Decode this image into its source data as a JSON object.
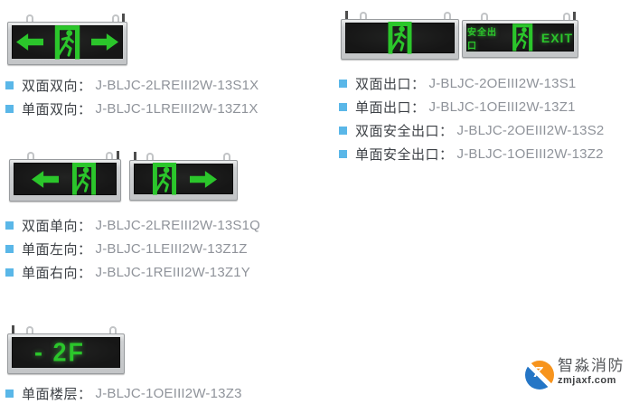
{
  "icons": {
    "arrow_left": "block-arrow-left",
    "arrow_right": "block-arrow-right",
    "running_man": "running-man-through-door",
    "bullet": "square-bullet"
  },
  "sign_texts": {
    "safe_exit": "安全出口",
    "exit": "EXIT",
    "floor": "- 2F"
  },
  "lists": [
    {
      "id": "two-way",
      "items": [
        {
          "label": "双面双向：",
          "model": "J-BLJC-2LREIII2W-13S1X"
        },
        {
          "label": "单面双向：",
          "model": "J-BLJC-1LREIII2W-13Z1X"
        }
      ]
    },
    {
      "id": "one-way",
      "items": [
        {
          "label": "双面单向：",
          "model": "J-BLJC-2LREIII2W-13S1Q"
        },
        {
          "label": "单面左向：",
          "model": "J-BLJC-1LEIII2W-13Z1Z"
        },
        {
          "label": "单面右向：",
          "model": "J-BLJC-1REIII2W-13Z1Y"
        }
      ]
    },
    {
      "id": "exit",
      "items": [
        {
          "label": "双面出口：",
          "model": "J-BLJC-2OEIII2W-13S1"
        },
        {
          "label": "单面出口：",
          "model": "J-BLJC-1OEIII2W-13Z1"
        },
        {
          "label": "双面安全出口：",
          "model": "J-BLJC-2OEIII2W-13S2"
        },
        {
          "label": "单面安全出口：",
          "model": "J-BLJC-1OEIII2W-13Z2"
        }
      ]
    },
    {
      "id": "floor",
      "items": [
        {
          "label": "单面楼层：",
          "model": "J-BLJC-1OEIII2W-13Z3"
        }
      ]
    }
  ],
  "watermark": {
    "brand": "智淼消防",
    "domain": "zmjaxf.com"
  },
  "colors": {
    "bullet": "#5ab7e8",
    "label_text": "#3d4146",
    "model_text": "#8f939a",
    "sign_green": "#2bc62b",
    "sign_panel": "#161616",
    "frame_silver": "#c7c9cb",
    "logo_orange": "#f7941d",
    "logo_blue": "#2576c6"
  }
}
